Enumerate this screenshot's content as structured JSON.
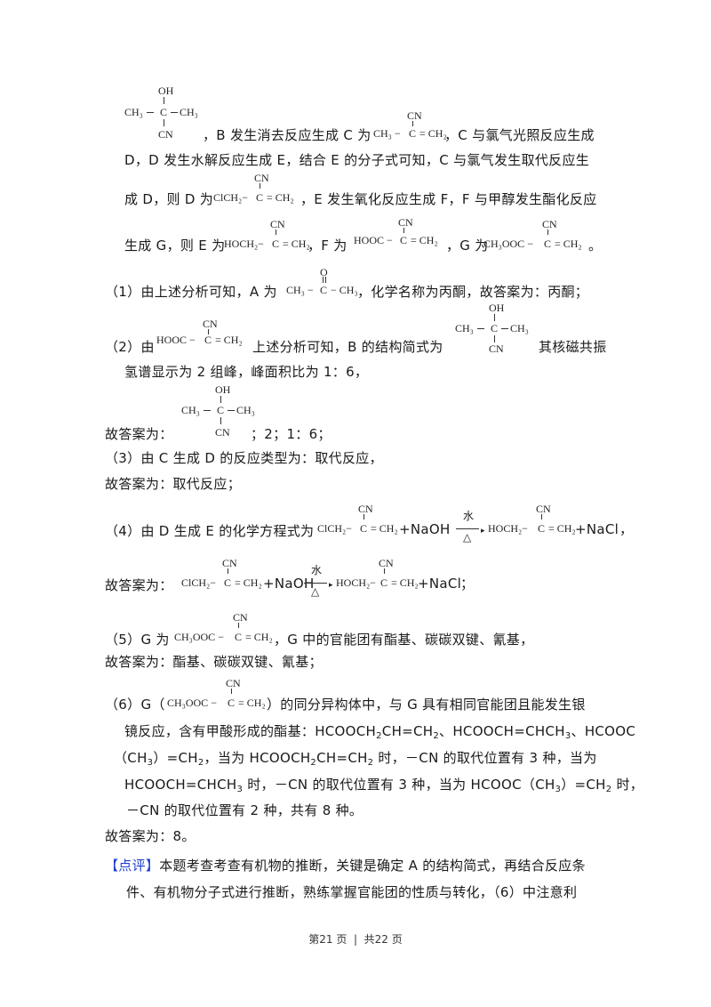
{
  "page": {
    "lines": {
      "l1a": "，B 发生消去反应生成 C 为",
      "l1b": "，C 与氯气光照反应生成",
      "l2": "D，D 发生水解反应生成 E，结合 E 的分子式可知，C 与氯气发生取代反应生",
      "l3a": "成 D，则 D 为",
      "l3b": "，E 发生氧化反应生成 F，F 与甲醇发生酯化反应",
      "l4a": "生成 G，则 E 为",
      "l4b": "，F 为",
      "l4c": "，G 为",
      "l4d": "。",
      "q1a": "（1）由上述分析可知，A 为",
      "q1b": "，化学名称为丙酮，故答案为：丙酮；",
      "q2a": "（2）由",
      "q2b": "上述分析可知，B 的结构简式为",
      "q2c": "其核磁共振",
      "q2d": "氢谱显示为 2 组峰，峰面积比为 1：6，",
      "q2e": "故答案为：",
      "q2f": "；2；1：6；",
      "q3a": "（3）由 C 生成 D 的反应类型为：取代反应，",
      "q3b": "故答案为：取代反应；",
      "q4a": "（4）由 D 生成 E 的化学方程式为",
      "q4b": "故答案为：",
      "q5a": "（5）G 为",
      "q5b": "，G 中的官能团有酯基、碳碳双键、氰基，",
      "q5c": "故答案为：酯基、碳碳双键、氰基；",
      "q6a": "（6）G（",
      "q6b": "）的同分异构体中，与 G 具有相同官能团且能发生银",
      "q6c_1": "镜反应，含有甲酸形成的酯基：HCOOCH",
      "q6c_2": "CH=CH",
      "q6c_3": "、HCOOCH=CHCH",
      "q6c_4": "、HCOOC",
      "q6d_1": "（CH",
      "q6d_2": "）=CH",
      "q6d_3": "，当为 HCOOCH",
      "q6d_4": "CH=CH",
      "q6d_5": " 时，－CN 的取代位置有 3 种，当为",
      "q6e_1": "HCOOCH=CHCH",
      "q6e_2": " 时，－CN 的取代位置有 3 种，当为 HCOOC（CH",
      "q6e_3": "）=CH",
      "q6e_4": " 时，",
      "q6f": "－CN 的取代位置有 2 种，共有 8 种。",
      "ans": "故答案为：8。",
      "review_label": "【点评】",
      "review1": "本题考查考查有机物的推断，关键是确定 A 的结构简式，再结合反应条",
      "review2": "件、有机物分子式进行推断，熟练掌握官能团的性质与转化，（6）中注意利"
    },
    "chem": {
      "OH": "OH",
      "CN": "CN",
      "O": "O",
      "C": "C",
      "CH3": "CH₃",
      "CH2": "CH₂",
      "eqCH2": "= CH₂",
      "dash": "−",
      "CH3_dash": "CH₃ −",
      "dash_CH3": "− CH₃",
      "ClCH2": "ClCH₂−",
      "HOCH2": "HOCH₂−",
      "HOOC": "HOOC −",
      "CH3OOC": "CH₃OOC −",
      "plus_NaOH": "+NaOH",
      "plus_NaCl": "+NaCl",
      "water": "水",
      "heat": "△",
      "sub2": "2",
      "sub3": "3",
      "end_comma": "，",
      "end_semi": "；"
    },
    "footer": {
      "page_text": "第21 页  |  共22 页"
    },
    "colors": {
      "review_label": "#1f3fd0",
      "text": "#1a1a1a"
    }
  }
}
